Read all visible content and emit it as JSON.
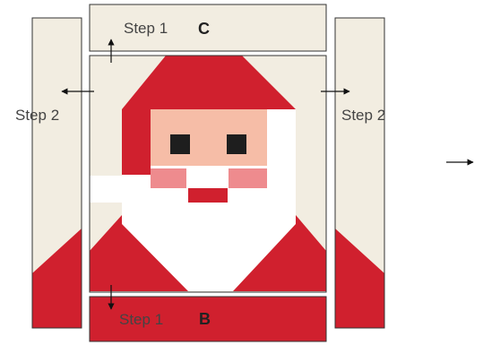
{
  "labels": {
    "top_step": "Step 1",
    "top_letter": "C",
    "bottom_step": "Step 1",
    "bottom_letter": "B",
    "left_step": "Step 2",
    "right_step": "Step 2"
  },
  "colors": {
    "background": "#f2ede1",
    "red": "#d0202e",
    "dark_red": "#a8161f",
    "white": "#ffffff",
    "skin": "#f6bda7",
    "cheek": "#ee8b8e",
    "eye": "#1e1e1e",
    "outline": "#333333",
    "arrow": "#111111"
  }
}
